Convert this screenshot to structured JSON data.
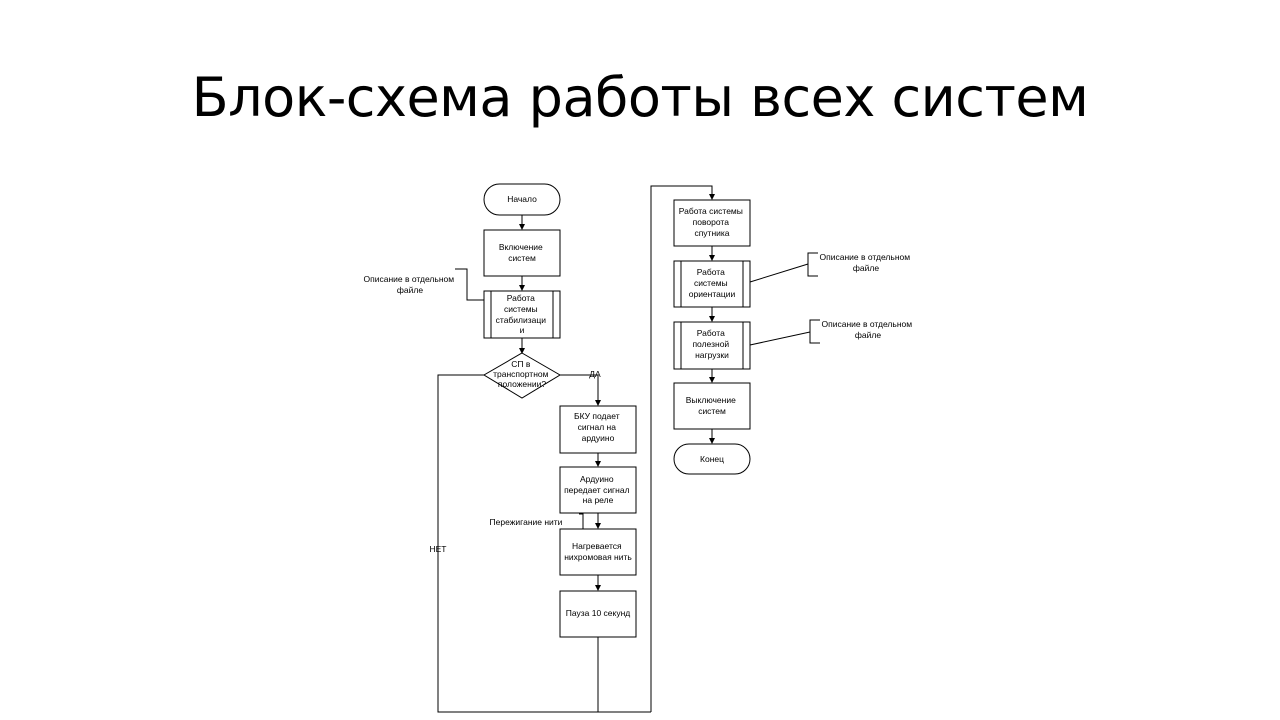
{
  "slide": {
    "title": "Блок-схема работы всех систем"
  },
  "flowchart": {
    "start": "Начало",
    "power_on": [
      "Включение",
      "систем"
    ],
    "stabilization": [
      "Работа",
      "системы",
      "стабилизаци",
      "и"
    ],
    "stabilization_note": [
      "Описание в отдельном",
      "файле"
    ],
    "decision": [
      "СП в",
      "транспортном",
      "положении?"
    ],
    "yes_label": "ДА",
    "no_label": "НЕТ",
    "bku_signal": [
      "БКУ подает",
      "сигнал на",
      "ардуино"
    ],
    "arduino_relay": [
      "Ардуино",
      "передает сигнал",
      "на реле"
    ],
    "burn_note": "Пережигание нити",
    "heating": [
      "Нагревается",
      "нихромовая нить"
    ],
    "pause": "Пауза 10 секунд",
    "rotation": [
      "Работа системы",
      "поворота",
      "спутника"
    ],
    "orientation": [
      "Работа",
      "системы",
      "ориентации"
    ],
    "orientation_note": [
      "Описание в отдельном",
      "файле"
    ],
    "payload": [
      "Работа",
      "полезной",
      "нагрузки"
    ],
    "payload_note": [
      "Описание в отдельном",
      "файле"
    ],
    "power_off": [
      "Выключение",
      "систем"
    ],
    "end": "Конец"
  }
}
